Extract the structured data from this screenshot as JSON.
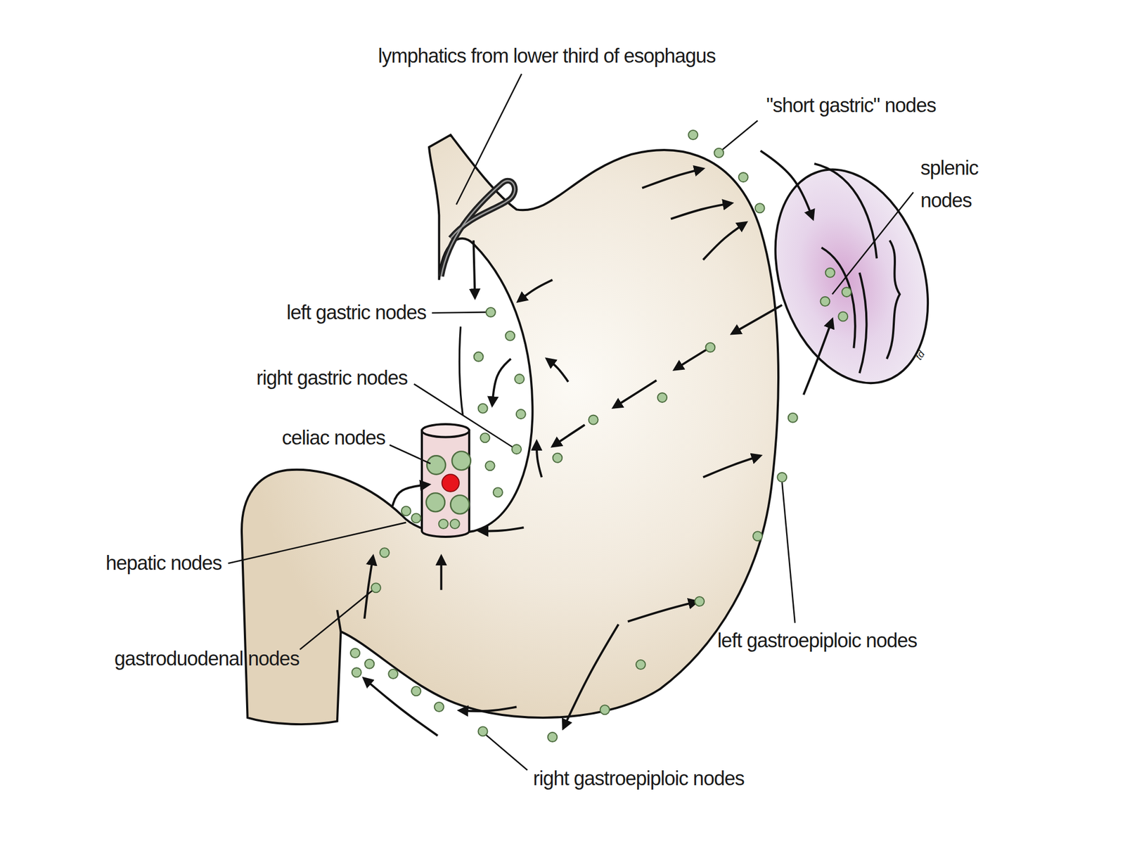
{
  "diagram": {
    "labels": [
      "lymphatics from lower third of esophagus",
      "\"short gastric\" nodes",
      "splenic nodes",
      "left gastric nodes",
      "right gastric nodes",
      "celiac nodes",
      "hepatic nodes",
      "gastroduodenal nodes",
      "left gastroepiploic nodes",
      "right gastroepiploic nodes",
      "td"
    ]
  }
}
